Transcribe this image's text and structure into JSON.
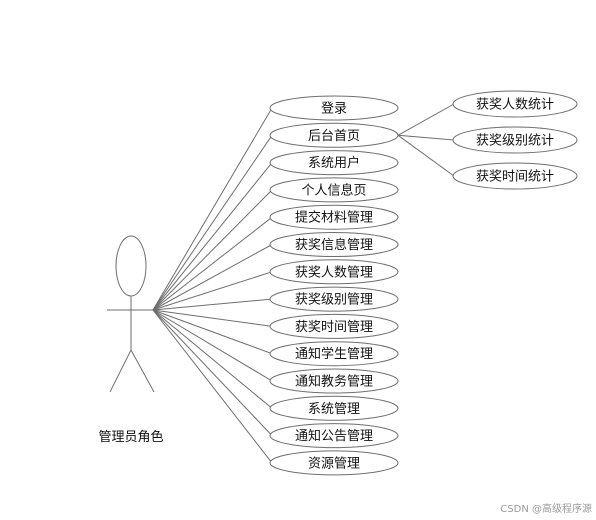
{
  "diagram": {
    "actor": {
      "label": "管理员角色"
    },
    "use_cases": [
      "登录",
      "后台首页",
      "系统用户",
      "个人信息页",
      "提交材料管理",
      "获奖信息管理",
      "获奖人数管理",
      "获奖级别管理",
      "获奖时间管理",
      "通知学生管理",
      "通知教务管理",
      "系统管理",
      "通知公告管理",
      "资源管理"
    ],
    "sub_use_cases": {
      "parent": "后台首页",
      "items": [
        "获奖人数统计",
        "获奖级别统计",
        "获奖时间统计"
      ]
    },
    "colors": {
      "stroke": "#6e6e6e",
      "fill": "#ffffff",
      "text": "#111111"
    }
  },
  "watermark": "CSDN @高级程序源"
}
